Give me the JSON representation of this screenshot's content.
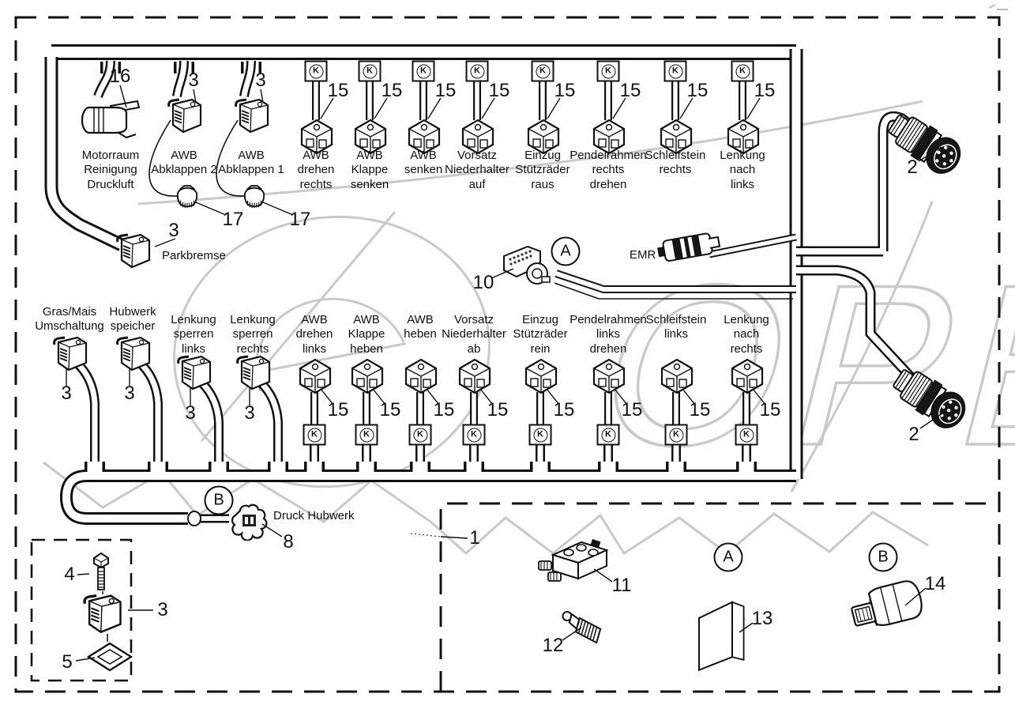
{
  "watermark": "OPEX",
  "kbox_letter": "K",
  "top_row": [
    {
      "num": "16",
      "label": "Motorraum\nReinigung\nDruckluft"
    },
    {
      "num": "3",
      "label": "AWB\nAbklappen 2",
      "plug_num": "17"
    },
    {
      "num": "3",
      "label": "AWB\nAbklappen 1",
      "plug_num": "17"
    },
    {
      "num": "15",
      "label": "AWB\ndrehen\nrechts"
    },
    {
      "num": "15",
      "label": "AWB\nKlappe\nsenken"
    },
    {
      "num": "15",
      "label": "AWB\nsenken"
    },
    {
      "num": "15",
      "label": "Vorsatz\nNiederhalter\nauf"
    },
    {
      "num": "15",
      "label": "Einzug\nStützräder\nraus"
    },
    {
      "num": "15",
      "label": "Pendelrahmen\nrechts\ndrehen"
    },
    {
      "num": "15",
      "label": "Schleifstein\nrechts"
    },
    {
      "num": "15",
      "label": "Lenkung\nnach\nlinks"
    }
  ],
  "bottom_row": [
    {
      "num": "3",
      "label": "Gras/Mais\nUmschaltung"
    },
    {
      "num": "3",
      "label": "Hubwerk\nspeicher"
    },
    {
      "num": "3",
      "label": "Lenkung\nsperren\nlinks"
    },
    {
      "num": "3",
      "label": "Lenkung\nsperren\nrechts"
    },
    {
      "num": "15",
      "label": "AWB\ndrehen\nlinks"
    },
    {
      "num": "15",
      "label": "AWB\nKlappe\nheben"
    },
    {
      "num": "15",
      "label": "AWB\nheben"
    },
    {
      "num": "15",
      "label": "Vorsatz\nNiederhalter\nab"
    },
    {
      "num": "15",
      "label": "Einzug\nStützräder\nrein"
    },
    {
      "num": "15",
      "label": "Pendelrahmen\nlinks\ndrehen"
    },
    {
      "num": "15",
      "label": "Schleifstein\nlinks"
    },
    {
      "num": "15",
      "label": "Lenkung\nnach\nrechts"
    }
  ],
  "callouts": {
    "parkbremse": {
      "num": "3",
      "label": "Parkbremse"
    },
    "emr": {
      "label": "EMR"
    },
    "item10": {
      "num": "10"
    },
    "marker_a": "A",
    "marker_b": "B",
    "connector_top": {
      "num": "2"
    },
    "connector_bottom": {
      "num": "2"
    },
    "druck_hubwerk": {
      "num": "8",
      "label": "Druck Hubwerk"
    },
    "harness": {
      "num": "1"
    },
    "manifold": {
      "num": "11"
    },
    "plug": {
      "num": "12"
    },
    "cover": {
      "num": "13"
    },
    "sensor": {
      "num": "14"
    },
    "kit": {
      "screw_num": "4",
      "plug_num": "3",
      "seal_num": "5"
    }
  }
}
